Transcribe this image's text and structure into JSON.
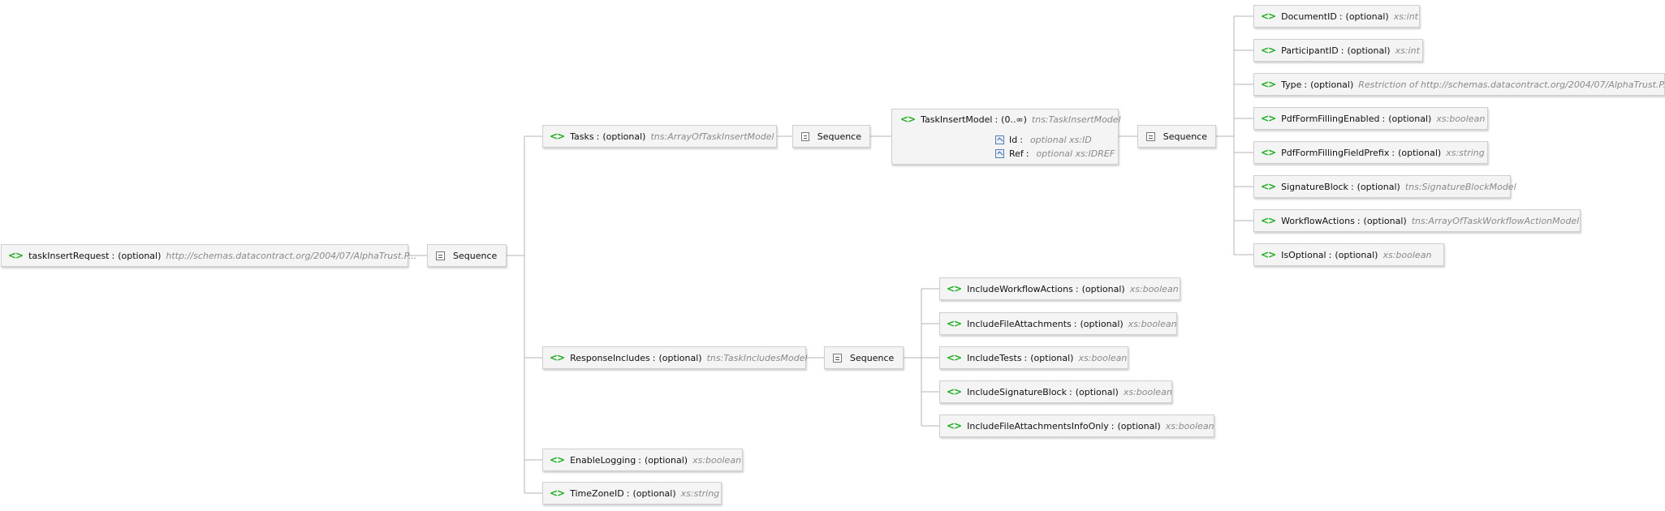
{
  "root": {
    "name": "taskInsertRequest",
    "occurrence": "(optional)",
    "type": "http://schemas.datacontract.org/2004/07/AlphaTrust.P..."
  },
  "sequence_label": "Sequence",
  "tasks": {
    "name": "Tasks",
    "occurrence": "(optional)",
    "type": "tns:ArrayOfTaskInsertModel"
  },
  "task_model": {
    "name": "TaskInsertModel",
    "occurrence": "(0..∞)",
    "type": "tns:TaskInsertModel",
    "attributes": [
      {
        "name": "Id",
        "detail": "optional xs:ID"
      },
      {
        "name": "Ref",
        "detail": "optional xs:IDREF"
      }
    ]
  },
  "task_children": [
    {
      "name": "DocumentID",
      "occurrence": "(optional)",
      "type": "xs:int"
    },
    {
      "name": "ParticipantID",
      "occurrence": "(optional)",
      "type": "xs:int"
    },
    {
      "name": "Type",
      "occurrence": "(optional)",
      "type": "Restriction of http://schemas.datacontract.org/2004/07/AlphaTrust.P..."
    },
    {
      "name": "PdfFormFillingEnabled",
      "occurrence": "(optional)",
      "type": "xs:boolean"
    },
    {
      "name": "PdfFormFillingFieldPrefix",
      "occurrence": "(optional)",
      "type": "xs:string"
    },
    {
      "name": "SignatureBlock",
      "occurrence": "(optional)",
      "type": "tns:SignatureBlockModel"
    },
    {
      "name": "WorkflowActions",
      "occurrence": "(optional)",
      "type": "tns:ArrayOfTaskWorkflowActionModel"
    },
    {
      "name": "IsOptional",
      "occurrence": "(optional)",
      "type": "xs:boolean"
    }
  ],
  "response_includes": {
    "name": "ResponseIncludes",
    "occurrence": "(optional)",
    "type": "tns:TaskIncludesModel"
  },
  "response_children": [
    {
      "name": "IncludeWorkflowActions",
      "occurrence": "(optional)",
      "type": "xs:boolean"
    },
    {
      "name": "IncludeFileAttachments",
      "occurrence": "(optional)",
      "type": "xs:boolean"
    },
    {
      "name": "IncludeTests",
      "occurrence": "(optional)",
      "type": "xs:boolean"
    },
    {
      "name": "IncludeSignatureBlock",
      "occurrence": "(optional)",
      "type": "xs:boolean"
    },
    {
      "name": "IncludeFileAttachmentsInfoOnly",
      "occurrence": "(optional)",
      "type": "xs:boolean"
    }
  ],
  "enable_logging": {
    "name": "EnableLogging",
    "occurrence": "(optional)",
    "type": "xs:boolean"
  },
  "time_zone": {
    "name": "TimeZoneID",
    "occurrence": "(optional)",
    "type": "xs:string"
  },
  "colors": {
    "element_icon": "#19b019",
    "type_text": "#8a8a8a",
    "node_bg": "#f4f4f4",
    "wire": "#b5b5b5"
  }
}
